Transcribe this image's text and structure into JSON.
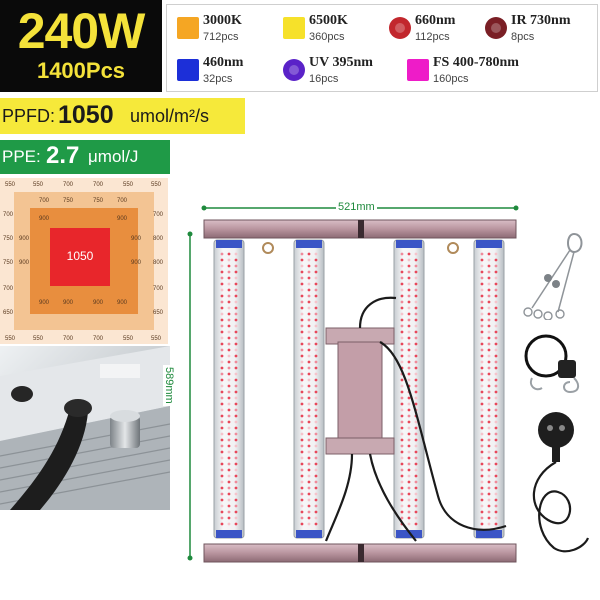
{
  "header": {
    "wattage": "240W",
    "led_count": "1400Pcs"
  },
  "legend": [
    {
      "name": "3000K",
      "count": "712pcs",
      "color": "#f5a623",
      "shape": "square"
    },
    {
      "name": "6500K",
      "count": "360pcs",
      "color": "#f6e12a",
      "shape": "square"
    },
    {
      "name": "660nm",
      "count": "112pcs",
      "color": "#c2272d",
      "shape": "round"
    },
    {
      "name": "IR 730nm",
      "count": "8pcs",
      "color": "#7a1f25",
      "shape": "round"
    },
    {
      "name": "460nm",
      "count": "32pcs",
      "color": "#1c2fd8",
      "shape": "square"
    },
    {
      "name": "UV 395nm",
      "count": "16pcs",
      "color": "#5a22c8",
      "shape": "round"
    },
    {
      "name": "FS 400-780nm",
      "count": "160pcs",
      "color": "#ee1cc8",
      "shape": "square"
    }
  ],
  "ppfd": {
    "label": "PPFD:",
    "value": "1050",
    "unit": "umol/m²/s"
  },
  "ppe": {
    "label": "PPE:",
    "value": "2.7",
    "unit": "μmol/J"
  },
  "heatmap": {
    "center": "1050",
    "outer_values": [
      "550",
      "650",
      "700",
      "750",
      "800"
    ],
    "mid_values": [
      "900",
      "700",
      "750",
      "800"
    ]
  },
  "dimensions": {
    "width": "521mm",
    "height": "589mm"
  },
  "colors": {
    "accent_green": "#1f8a3d",
    "watt_yellow": "#f4e23a",
    "ppfd_yellow": "#f6e93a",
    "ppe_green": "#1f9a47"
  }
}
